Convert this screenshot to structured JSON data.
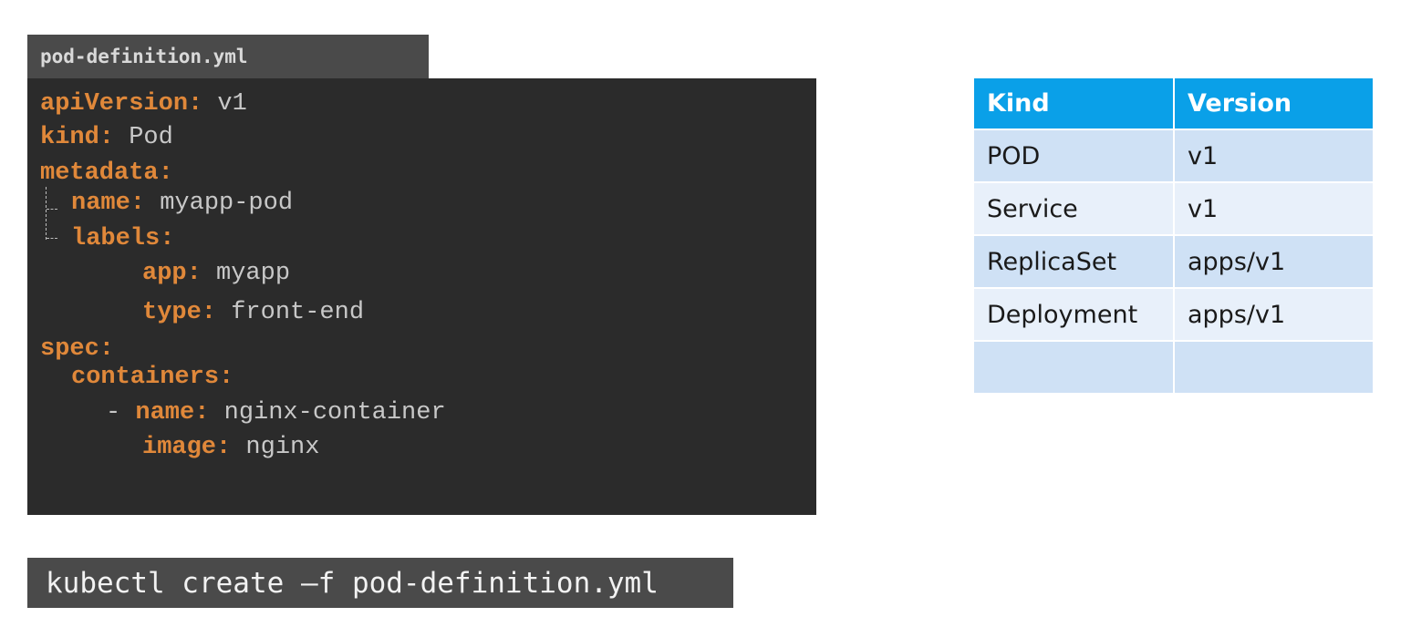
{
  "file_tab": {
    "label": "pod-definition.yml"
  },
  "code": {
    "lines": [
      {
        "key": "apiVersion:",
        "value": " v1"
      },
      {
        "key": "kind:",
        "value": " Pod"
      },
      {
        "key": "metadata:",
        "value": ""
      },
      {
        "key": "name:",
        "value": " myapp-pod"
      },
      {
        "key": "labels:",
        "value": ""
      },
      {
        "key": "app:",
        "value": " myapp"
      },
      {
        "key": "type:",
        "value": " front-end"
      },
      {
        "key": "spec:",
        "value": ""
      },
      {
        "key": "containers:",
        "value": ""
      },
      {
        "dash": "- ",
        "key": "name:",
        "value": " nginx-container"
      },
      {
        "key": "image:",
        "value": " nginx"
      }
    ]
  },
  "command": {
    "text": "kubectl create –f pod-definition.yml"
  },
  "table": {
    "headers": [
      "Kind",
      "Version"
    ],
    "rows": [
      [
        "POD",
        "v1"
      ],
      [
        "Service",
        "v1"
      ],
      [
        "ReplicaSet",
        "apps/v1"
      ],
      [
        "Deployment",
        "apps/v1"
      ],
      [
        "",
        ""
      ]
    ]
  },
  "colors": {
    "key": "#e0883a",
    "value": "#c8c8c8",
    "code_background": "#2b2b2b",
    "tab_background": "#4a4a4a",
    "table_header": "#0aa0e8",
    "table_row_odd": "#cfe1f5",
    "table_row_even": "#e8f0fa"
  }
}
